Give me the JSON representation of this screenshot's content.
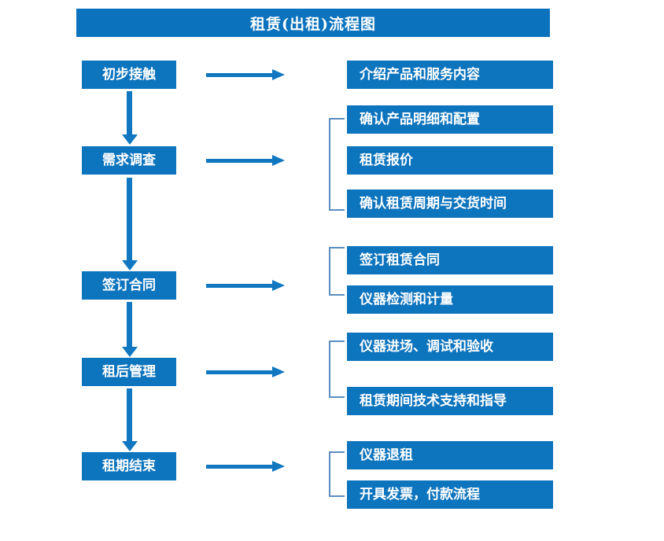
{
  "diagram": {
    "title": "租赁(出租)流程图",
    "colors": {
      "box_blue": "#0D74BE",
      "title_blue": "#0B73BE",
      "arrow_blue": "#1077C0",
      "bracket_blue": "#5B8DC0",
      "text_white": "#FFFFFF",
      "background": "#FFFFFF"
    },
    "stages": [
      {
        "label": "初步接触"
      },
      {
        "label": "需求调查"
      },
      {
        "label": "签订合同"
      },
      {
        "label": "租后管理"
      },
      {
        "label": "租期结束"
      }
    ],
    "details": [
      {
        "label": "介绍产品和服务内容"
      },
      {
        "label": "确认产品明细和配置"
      },
      {
        "label": "租赁报价"
      },
      {
        "label": "确认租赁周期与交货时间"
      },
      {
        "label": "签订租赁合同"
      },
      {
        "label": "仪器检测和计量"
      },
      {
        "label": "仪器进场、调试和验收"
      },
      {
        "label": "租赁期间技术支持和指导"
      },
      {
        "label": "仪器退租"
      },
      {
        "label": "开具发票，付款流程"
      }
    ]
  }
}
